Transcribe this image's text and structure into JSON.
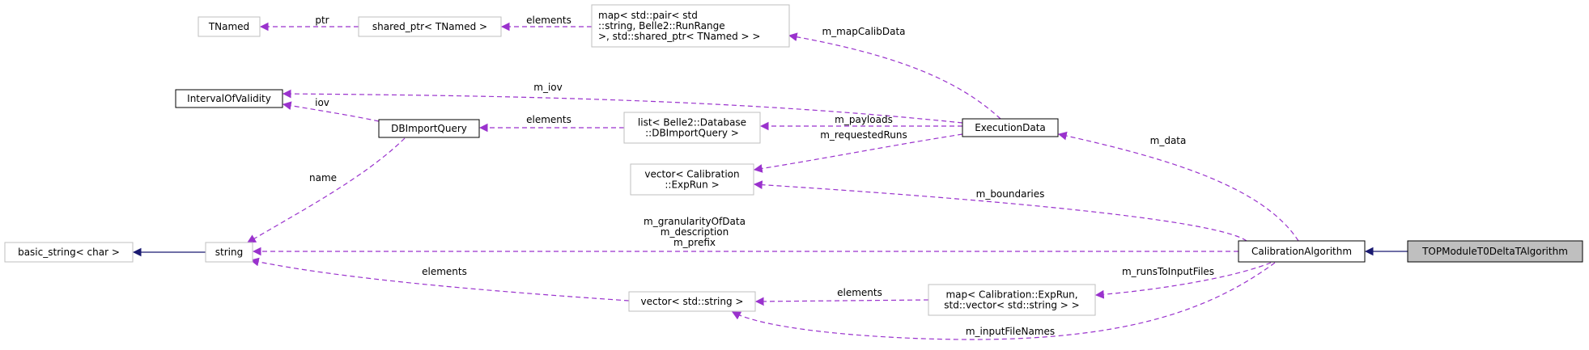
{
  "nodes": {
    "tnamed": [
      "TNamed"
    ],
    "shared_ptr_tnamed": [
      "shared_ptr< TNamed >"
    ],
    "map_calib": [
      "map< std::pair< std",
      "::string, Belle2::RunRange",
      " >, std::shared_ptr< TNamed > >"
    ],
    "interval_of_validity": [
      "IntervalOfValidity"
    ],
    "db_import_query": [
      "DBImportQuery"
    ],
    "list_db": [
      "list< Belle2::Database",
      "::DBImportQuery >"
    ],
    "execution_data": [
      "ExecutionData"
    ],
    "vector_exprun": [
      "vector< Calibration",
      "::ExpRun >"
    ],
    "basic_string": [
      "basic_string< char >"
    ],
    "string": [
      "string"
    ],
    "calibration_algorithm": [
      "CalibrationAlgorithm"
    ],
    "top_module": [
      "TOPModuleT0DeltaTAlgorithm"
    ],
    "vector_string": [
      "vector< std::string >"
    ],
    "map_runs": [
      "map< Calibration::ExpRun,",
      "std::vector< std::string > >"
    ]
  },
  "edges": [
    {
      "id": "ptr",
      "kind": "uses",
      "label": [
        "ptr"
      ]
    },
    {
      "id": "elements-shared",
      "kind": "uses",
      "label": [
        "elements"
      ]
    },
    {
      "id": "m_mapCalibData",
      "kind": "uses",
      "label": [
        "m_mapCalibData"
      ]
    },
    {
      "id": "m_iov",
      "kind": "uses",
      "label": [
        "m_iov"
      ]
    },
    {
      "id": "iov",
      "kind": "uses",
      "label": [
        "iov"
      ]
    },
    {
      "id": "elements-dbq",
      "kind": "uses",
      "label": [
        "elements"
      ]
    },
    {
      "id": "m_payloads",
      "kind": "uses",
      "label": [
        "m_payloads"
      ]
    },
    {
      "id": "m_requestedRuns",
      "kind": "uses",
      "label": [
        "m_requestedRuns"
      ]
    },
    {
      "id": "name",
      "kind": "uses",
      "label": [
        "name"
      ]
    },
    {
      "id": "m_data",
      "kind": "uses",
      "label": [
        "m_data"
      ]
    },
    {
      "id": "m_boundaries",
      "kind": "uses",
      "label": [
        "m_boundaries"
      ]
    },
    {
      "id": "string-members",
      "kind": "uses",
      "label": [
        "m_granularityOfData",
        "m_description",
        "m_prefix"
      ]
    },
    {
      "id": "elements-vecstr",
      "kind": "uses",
      "label": [
        "elements"
      ]
    },
    {
      "id": "elements-maprun",
      "kind": "uses",
      "label": [
        "elements"
      ]
    },
    {
      "id": "m_runsToInputFiles",
      "kind": "uses",
      "label": [
        "m_runsToInputFiles"
      ]
    },
    {
      "id": "m_inputFileNames",
      "kind": "uses",
      "label": [
        "m_inputFileNames"
      ]
    },
    {
      "id": "inherit-string",
      "kind": "inherit",
      "label": []
    },
    {
      "id": "inherit-calib",
      "kind": "inherit",
      "label": []
    }
  ],
  "colors": {
    "uses_edge": "#9a32cd",
    "inherit_edge": "#191970",
    "focus_fill": "#bfbfbf",
    "strong_border": "#000000",
    "weak_border": "#bfbfbf"
  }
}
